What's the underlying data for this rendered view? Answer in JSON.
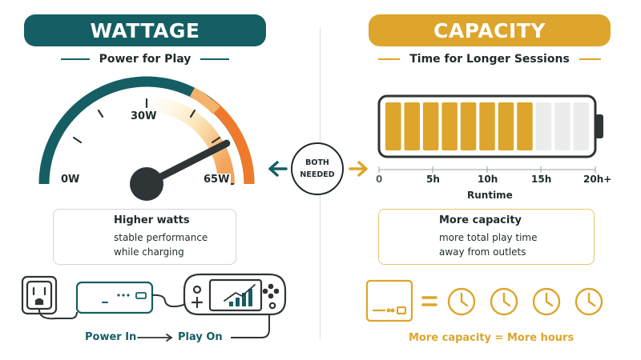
{
  "left": {
    "heading": "WATTAGE",
    "subheading": "Power for Play",
    "gauge": {
      "min_label": "0W",
      "mid_label": "30W",
      "max_label": "65W",
      "needle_fraction": 0.85
    },
    "card": {
      "title": "Higher watts",
      "line1": "stable performance",
      "line2": "while charging"
    },
    "flow": {
      "start_label": "Power In",
      "end_label": "Play On"
    }
  },
  "center": {
    "badge_line1": "BOTH",
    "badge_line2": "NEEDED"
  },
  "right": {
    "heading": "CAPACITY",
    "subheading": "Time for Longer Sessions",
    "battery": {
      "filled_cells": 8,
      "total_cells": 11,
      "tick_labels": [
        "0",
        "5h",
        "10h",
        "15h",
        "20h+"
      ],
      "axis_label": "Runtime"
    },
    "card": {
      "title": "More capacity",
      "line1": "more total play time",
      "line2": "away from outlets"
    },
    "equation": {
      "symbol": "=",
      "clock_count": 4
    },
    "caption": "More capacity = More hours"
  },
  "colors": {
    "teal": "#155e63",
    "gold": "#dda52b",
    "orange": "#f07a2b",
    "dark": "#2f3437"
  }
}
